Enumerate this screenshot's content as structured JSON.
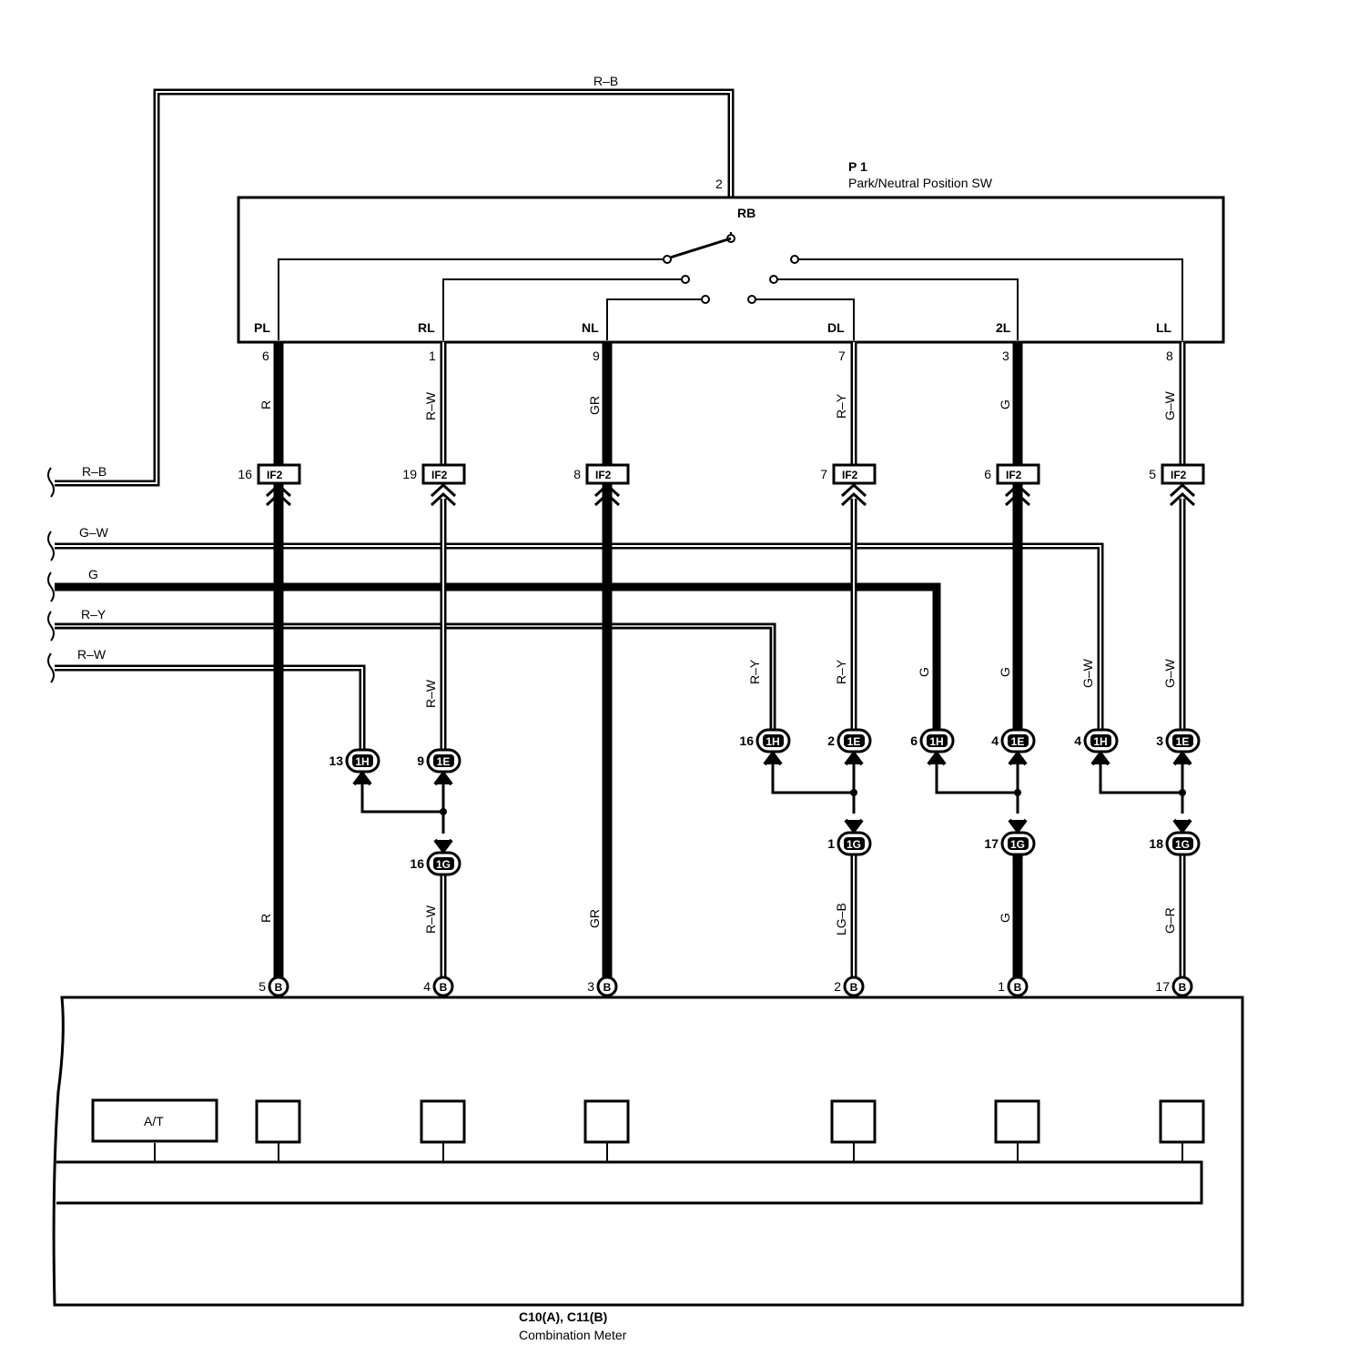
{
  "switch": {
    "ref": "P 1",
    "name": "Park/Neutral Position SW",
    "common_terminal": "RB",
    "common_pin": "2",
    "outputs": [
      {
        "label": "PL",
        "pin": "6"
      },
      {
        "label": "RL",
        "pin": "1"
      },
      {
        "label": "NL",
        "pin": "9"
      },
      {
        "label": "DL",
        "pin": "7"
      },
      {
        "label": "2L",
        "pin": "3"
      },
      {
        "label": "LL",
        "pin": "8"
      }
    ]
  },
  "meter": {
    "ref": "C10(A), C11(B)",
    "name": "Combination Meter",
    "at_label": "A/T",
    "pins": [
      "5",
      "4",
      "3",
      "2",
      "1",
      "17"
    ],
    "connector_letter": "B"
  },
  "supply_wire": "R–B",
  "left_bus": [
    {
      "color": "R–B"
    },
    {
      "color": "G–W"
    },
    {
      "color": "G"
    },
    {
      "color": "R–Y"
    },
    {
      "color": "R–W"
    }
  ],
  "columns": [
    {
      "upper_color": "R",
      "if_pin": "16",
      "lower_color": "R"
    },
    {
      "upper_color": "R–W",
      "if_pin": "19",
      "mid_color": "R–W",
      "lower_color": "R–W"
    },
    {
      "upper_color": "GR",
      "if_pin": "8",
      "lower_color": "GR"
    },
    {
      "upper_color": "R–Y",
      "if_pin": "7",
      "mid_color": "R–Y",
      "lower_color": "LG–B"
    },
    {
      "upper_color": "G",
      "if_pin": "6",
      "mid_color": "G",
      "lower_color": "G"
    },
    {
      "upper_color": "G–W",
      "if_pin": "5",
      "mid_color": "G–W",
      "lower_color": "G–R"
    }
  ],
  "bus_drops": [
    {
      "color": "R–W",
      "pin": "13",
      "conn": "1H"
    },
    {
      "color": "R–Y",
      "pin": "16",
      "conn": "1H"
    },
    {
      "color": "G",
      "pin": "6",
      "conn": "1H"
    },
    {
      "color": "G–W",
      "pin": "4",
      "conn": "1H"
    }
  ],
  "connectors": {
    "if": "IF2",
    "e_pins": [
      {
        "pin": "9",
        "conn": "1E"
      },
      {
        "pin": "2",
        "conn": "1E"
      },
      {
        "pin": "4",
        "conn": "1E"
      },
      {
        "pin": "3",
        "conn": "1E"
      }
    ],
    "g_pins": [
      {
        "pin": "16",
        "conn": "1G"
      },
      {
        "pin": "1",
        "conn": "1G"
      },
      {
        "pin": "17",
        "conn": "1G"
      },
      {
        "pin": "18",
        "conn": "1G"
      }
    ]
  }
}
